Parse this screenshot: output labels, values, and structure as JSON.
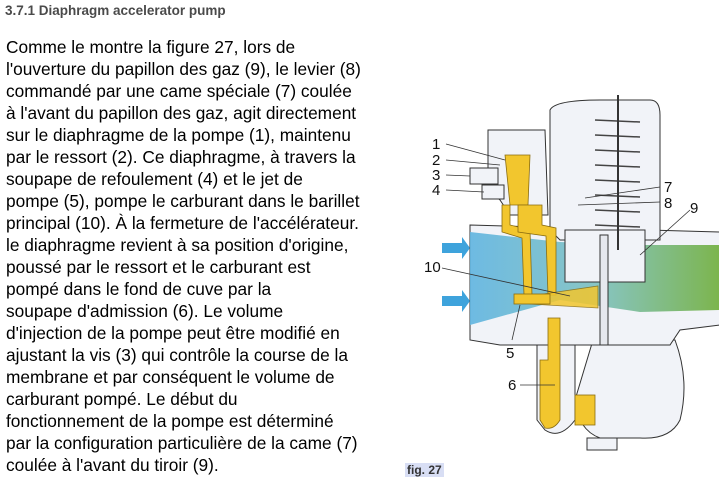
{
  "section_title": "3.7.1 Diaphragm accelerator pump",
  "body_lines": [
    "Comme le montre la figure 27, lors de",
    "l'ouverture du papillon des gaz (9), le levier (8)",
    "commandé par une came spéciale (7) coulée",
    "à l'avant du papillon des gaz, agit directement",
    "sur le diaphragme de la pompe (1), maintenu",
    "par le ressort (2). Ce diaphragme, à travers la",
    "soupape de refoulement (4) et le jet de",
    "pompe (5), pompe le carburant dans le barillet",
    "principal (10). À la fermeture de l'accélérateur.",
    "le diaphragme revient à sa position d'origine,",
    "poussé par le ressort et le carburant est",
    "pompé dans le fond de cuve par la",
    "soupape d'admission (6). Le volume",
    "d'injection de la pompe peut être modifié en",
    "ajustant la vis (3) qui contrôle la course de la",
    "membrane et par conséquent le volume de",
    "carburant pompé. Le début du",
    "fonctionnement de la pompe est déterminé",
    "par la configuration particulière de la came (7)",
    "coulée à l'avant du tiroir (9)."
  ],
  "figure": {
    "caption": "fig. 27",
    "labels": [
      "1",
      "2",
      "3",
      "4",
      "5",
      "6",
      "7",
      "8",
      "9",
      "10"
    ],
    "colors": {
      "air": "#5fb4e0",
      "fuel": "#f2c62e",
      "mixture": "#6fae3a",
      "body": "#f1f3f8",
      "outline": "#333333"
    }
  }
}
